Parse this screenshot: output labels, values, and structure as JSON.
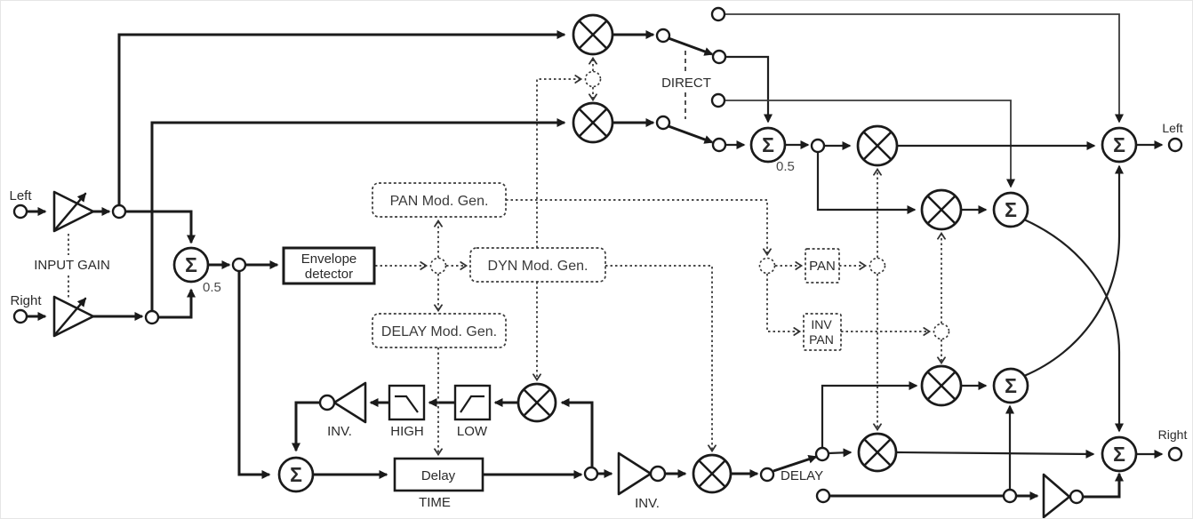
{
  "diagram": {
    "labels": {
      "input_left": "Left",
      "input_right": "Right",
      "input_gain": "INPUT GAIN",
      "mix_gain": "0.5",
      "direct_sum_gain": "0.5",
      "envelope_line1": "Envelope",
      "envelope_line2": "detector",
      "pan_mod_gen": "PAN Mod. Gen.",
      "dyn_mod_gen": "DYN Mod. Gen.",
      "delay_mod_gen": "DELAY Mod. Gen.",
      "direct_switch": "DIRECT",
      "pan_block": "PAN",
      "inv_pan_line1": "INV",
      "inv_pan_line2": "PAN",
      "high_filter": "HIGH",
      "low_filter": "LOW",
      "inv_feedback": "INV.",
      "inv_delay": "INV.",
      "delay_block": "Delay",
      "delay_time": "TIME",
      "delay_switch": "DELAY",
      "output_left": "Left",
      "output_right": "Right",
      "sum_symbol": "Σ"
    },
    "colors": {
      "line": "#1a1a1a",
      "control_line": "#333333",
      "background": "#ffffff"
    }
  }
}
